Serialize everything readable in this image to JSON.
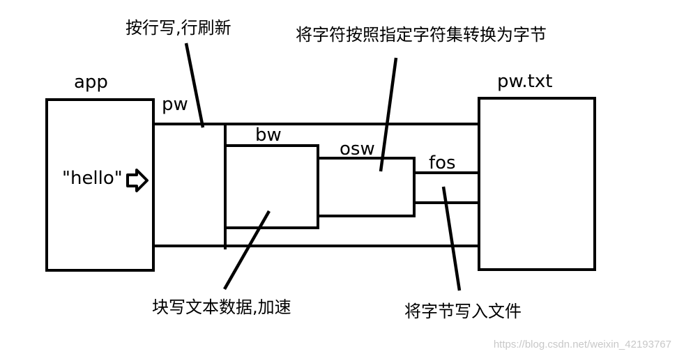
{
  "labels": {
    "app": "app",
    "pw": "pw",
    "bw": "bw",
    "osw": "osw",
    "fos": "fos",
    "file": "pw.txt",
    "hello": "\"hello\""
  },
  "notes": {
    "pw_note": "按行写,行刷新",
    "osw_note": "将字符按照指定字符集转换为字节",
    "bw_note": "块写文本数据,加速",
    "fos_note": "将字节写入文件"
  },
  "watermark": "https://blog.csdn.net/weixin_42193767",
  "colors": {
    "line": "#000000",
    "background": "#ffffff",
    "watermark": "#c8c8c8"
  }
}
